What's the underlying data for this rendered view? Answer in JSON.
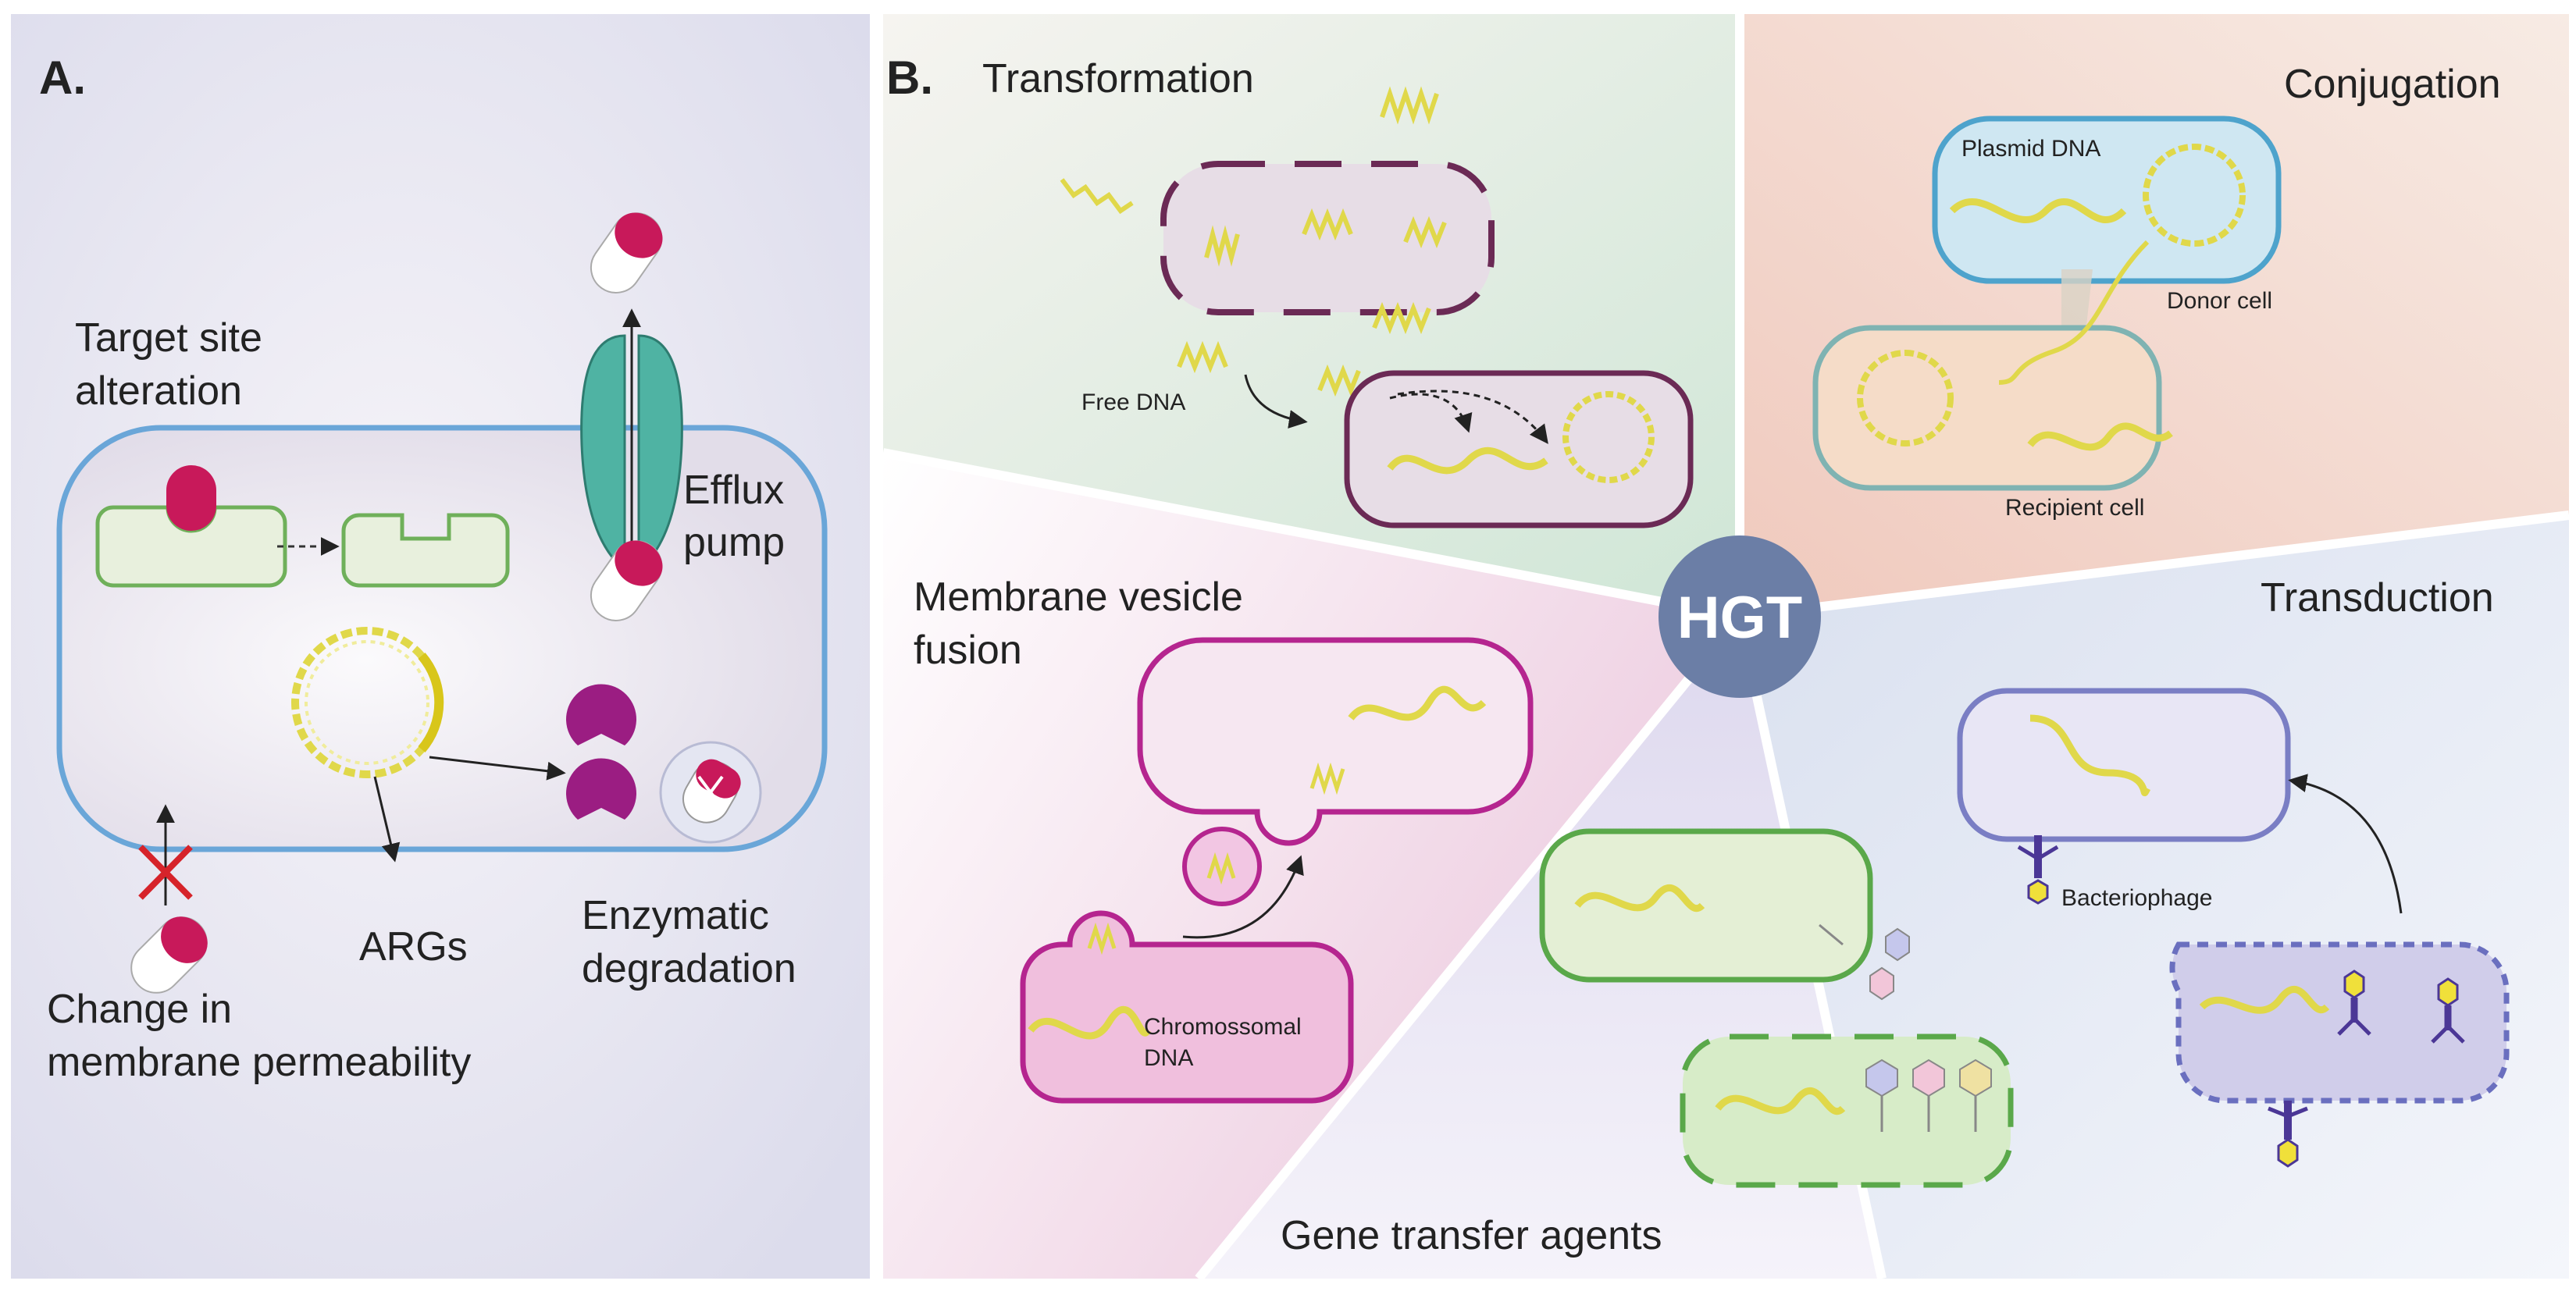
{
  "panel_a": {
    "letter": "A.",
    "target_site_line1": "Target site",
    "target_site_line2": "alteration",
    "efflux_line1": "Efflux",
    "efflux_line2": "pump",
    "args": "ARGs",
    "enzymatic_line1": "Enzymatic",
    "enzymatic_line2": "degradation",
    "permeability_line1": "Change in",
    "permeability_line2": "membrane permeability"
  },
  "panel_b": {
    "letter": "B.",
    "hub": "HGT",
    "transformation": {
      "title": "Transformation",
      "free_dna": "Free DNA"
    },
    "conjugation": {
      "title": "Conjugation",
      "plasmid_dna": "Plasmid DNA",
      "donor_cell": "Donor cell",
      "recipient_cell": "Recipient cell"
    },
    "membrane_vesicle": {
      "title_line1": "Membrane vesicle",
      "title_line2": "fusion",
      "chromosomal_line1": "Chromossomal",
      "chromosomal_line2": "DNA"
    },
    "transduction": {
      "title": "Transduction",
      "bacteriophage": "Bacteriophage"
    },
    "gta": {
      "title": "Gene transfer agents"
    }
  },
  "colors": {
    "cell_outline_a": "#6aa6d8",
    "antibiotic_red": "#c8195a",
    "efflux_teal": "#4fb3a3",
    "enzyme_magenta": "#9b1d82",
    "dna_yellow": "#e0d84a",
    "hub_blue": "#6b7ea6",
    "transformation_outline": "#6b2a55",
    "conjugation_outline": "#4ea3cc",
    "vesicle_outline": "#b5258f",
    "transduction_outline": "#7a7ec4",
    "gta_outline": "#5aa84a"
  }
}
